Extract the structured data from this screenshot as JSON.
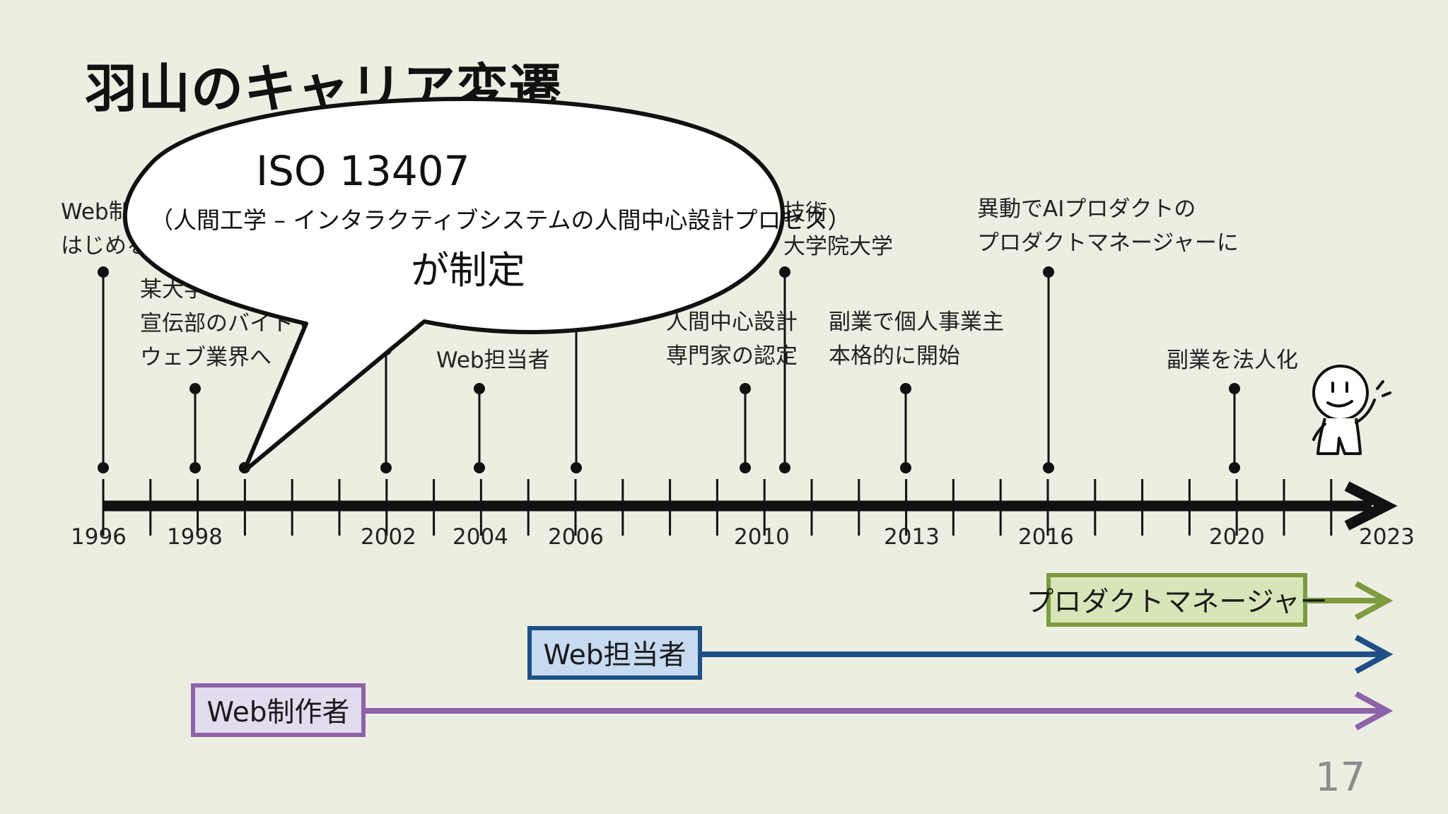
{
  "title": "羽山のキャリア変遷",
  "events": [
    {
      "lines": [
        "Web制作を",
        "はじめる"
      ]
    },
    {
      "lines": [
        "某大学",
        "宣伝部のバイトで",
        "ウェブ業界へ"
      ]
    },
    {
      "lines": [
        "Web担当者"
      ]
    },
    {
      "lines": [
        "技術",
        "大学院大学"
      ]
    },
    {
      "lines": [
        "人間中心設計",
        "専門家の認定"
      ]
    },
    {
      "lines": [
        "副業で個人事業主",
        "本格的に開始"
      ]
    },
    {
      "lines": [
        "異動でAIプロダクトの",
        "プロダクトマネージャーに"
      ]
    },
    {
      "lines": [
        "副業を法人化"
      ]
    }
  ],
  "years": [
    "1996",
    "1998",
    "2002",
    "2004",
    "2006",
    "2010",
    "2013",
    "2016",
    "2020",
    "2023"
  ],
  "roles": {
    "pm": "プロダクトマネージャー",
    "web_tantou": "Web担当者",
    "web_seisaku": "Web制作者"
  },
  "role_colors": {
    "pm": "#7D9B3F",
    "web_tantou": "#1F4F86",
    "web_seisaku": "#8E63A9"
  },
  "bubble": {
    "line1": "ISO 13407",
    "line2": "（人間工学 – インタラクティブシステムの人間中心設計プロセス）",
    "line3": "が制定"
  },
  "page_number": "17"
}
